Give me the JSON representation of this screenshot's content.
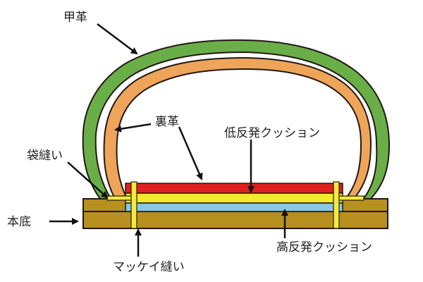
{
  "labels": {
    "upper_leather": "甲革",
    "lining_leather": "裏革",
    "bag_stitch": "袋縫い",
    "sole": "本底",
    "mackay_stitch": "マッケイ縫い",
    "low_rebound_cushion": "低反発クッション",
    "high_rebound_cushion": "高反発クッション"
  },
  "colors": {
    "upper_leather": "#6aae48",
    "lining_leather": "#eea55a",
    "sole": "#b8901f",
    "low_rebound_cushion": "#f5e82e",
    "high_rebound_cushion": "#86c9e0",
    "red_layer": "#e02020",
    "stitch": "#f3ea3c",
    "outline": "#231815"
  }
}
